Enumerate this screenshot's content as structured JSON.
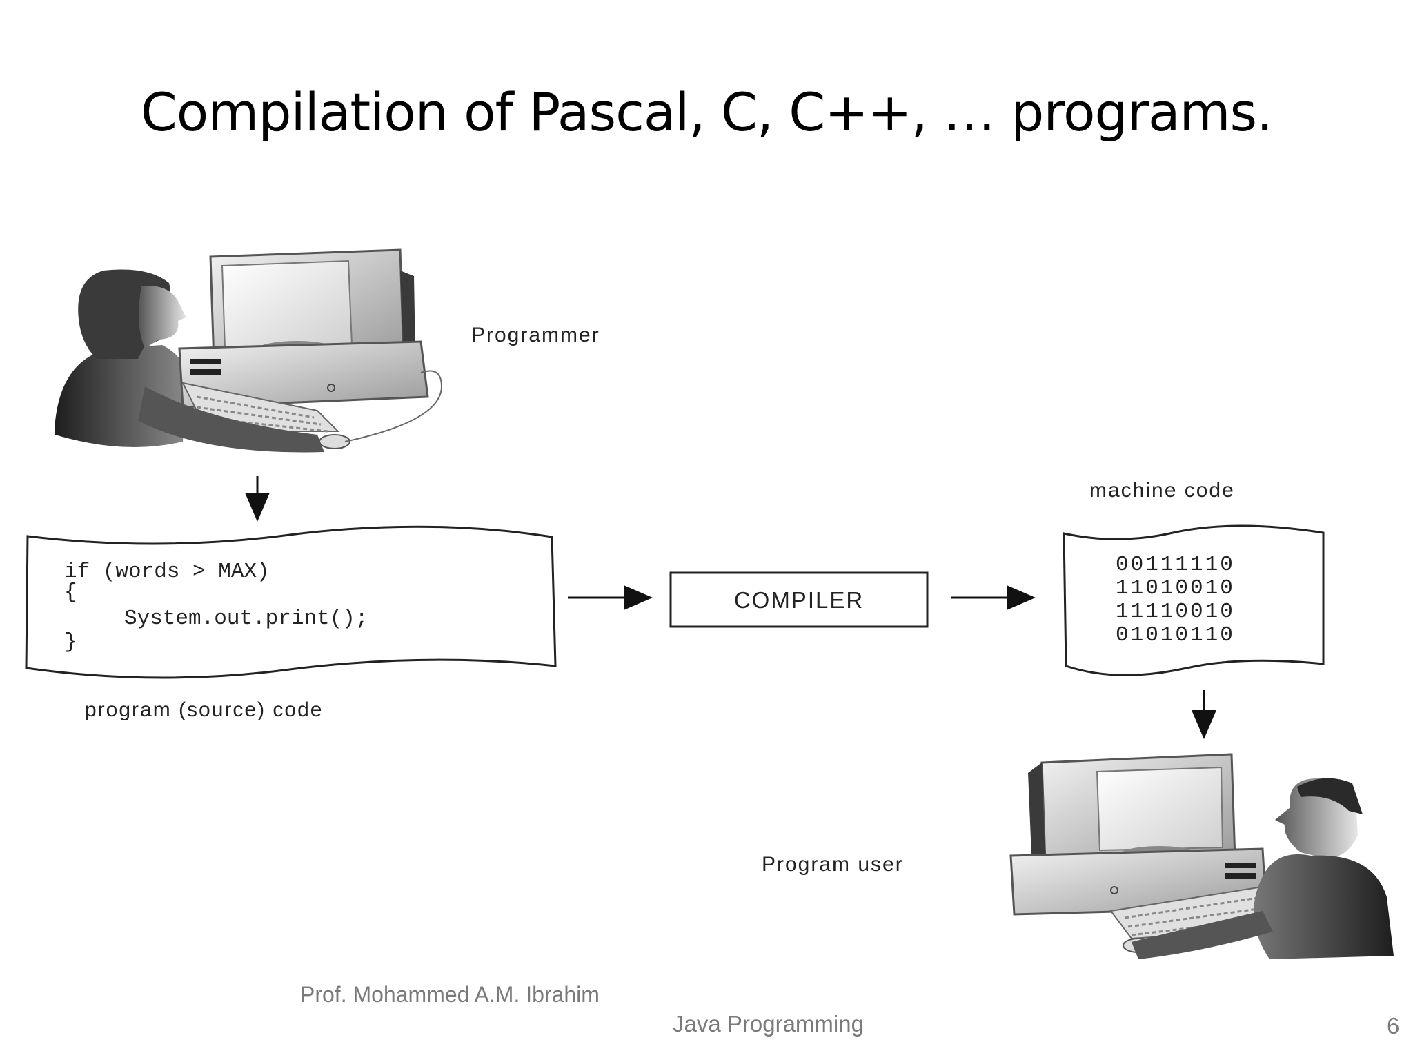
{
  "slide": {
    "title": "Compilation of Pascal, C, C++, … programs.",
    "footer_author": "Prof. Mohammed A.M. Ibrahim",
    "footer_course": "Java Programming",
    "page_number": "6"
  },
  "diagram": {
    "programmer_label": "Programmer",
    "source_code_lines": [
      "if  (words > MAX)",
      "{",
      "System.out.print();",
      "}"
    ],
    "source_code_label": "program (source) code",
    "compiler_label": "COMPILER",
    "machine_code_label": "machine code",
    "machine_code_lines": [
      "00111110",
      "11010010",
      "11110010",
      "01010110"
    ],
    "program_user_label": "Program user"
  }
}
